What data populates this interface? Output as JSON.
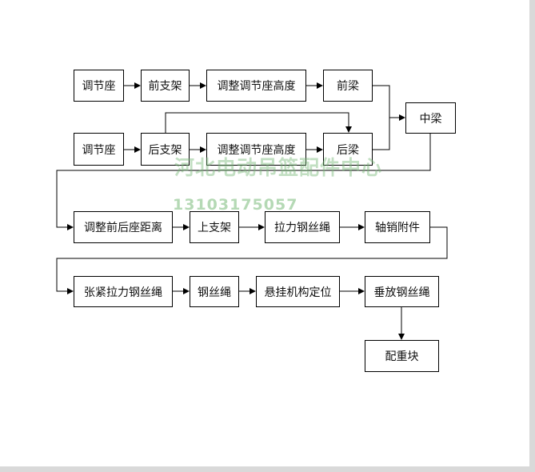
{
  "nodes": {
    "adjust_seat_1": "调节座",
    "front_bracket": "前支架",
    "adjust_height_1": "调整调节座高度",
    "front_beam": "前梁",
    "middle_beam": "中梁",
    "adjust_seat_2": "调节座",
    "rear_bracket": "后支架",
    "adjust_height_2": "调整调节座高度",
    "rear_beam": "后梁",
    "adjust_distance": "调整前后座距离",
    "upper_bracket": "上支架",
    "tension_rope": "拉力钢丝绳",
    "shaft_pin": "轴销附件",
    "tighten_rope": "张紧拉力钢丝绳",
    "steel_rope": "钢丝绳",
    "suspension_position": "悬挂机构定位",
    "hang_rope": "垂放钢丝绳",
    "counterweight": "配重块"
  },
  "watermark": {
    "name": "河北电动吊篮配件中心",
    "phone": "13103175057"
  },
  "colors": {
    "line": "#000000",
    "watermark": "#78b978",
    "page_edge": "#d9d9d9"
  }
}
